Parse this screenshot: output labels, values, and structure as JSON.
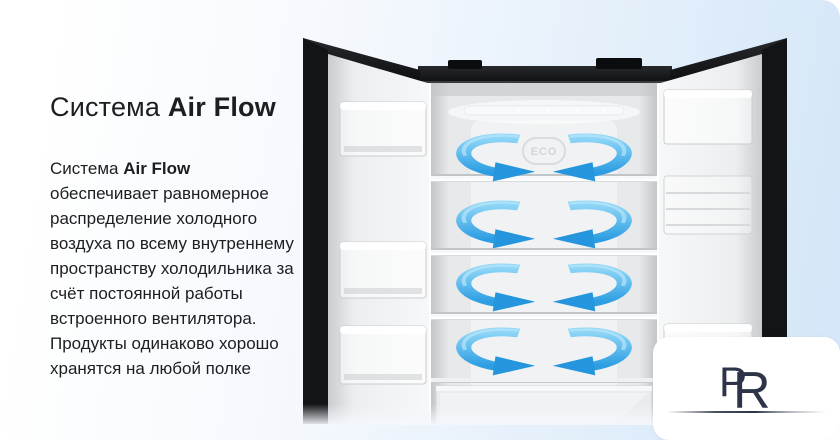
{
  "card": {
    "title": {
      "prefix": "Система ",
      "highlight": "Air Flow"
    },
    "description": {
      "lead": "Система ",
      "lead_bold": "Air Flow",
      "text": " обеспечивает равномерное распределение холодного воздуха по всему внутреннему пространству холодильника за счёт постоянной работы встроенного вентилятора. Продукты одинаково хорошо хранятся на любой полке"
    }
  },
  "fridge": {
    "emblem_label": "ECO"
  },
  "brand": {
    "monogram_first": "P",
    "monogram_second": "R"
  },
  "colors": {
    "background_left": "#ffffff",
    "background_right": "#d5e7f8",
    "arrow_blue": "#35a4e4",
    "arrow_blue_light": "#8fd6f7",
    "logo_navy": "#2d3447",
    "text": "#1d1e20"
  }
}
